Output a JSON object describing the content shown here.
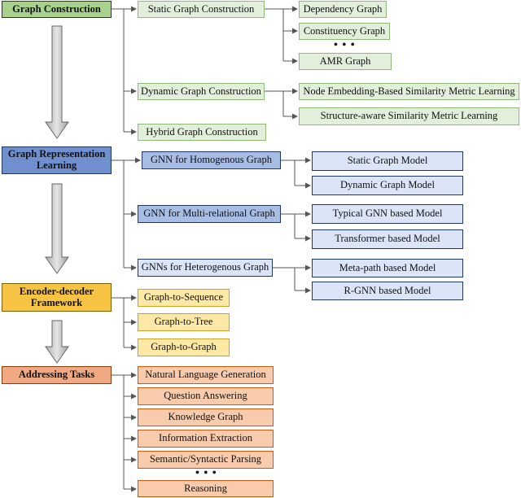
{
  "graph_construction": {
    "title": "Graph Construction",
    "static": "Static Graph Construction",
    "static_children": [
      "Dependency Graph",
      "Constituency Graph",
      "AMR Graph"
    ],
    "dynamic": "Dynamic Graph Construction",
    "dynamic_children": [
      "Node Embedding-Based Similarity Metric Learning",
      "Structure-aware Similarity Metric Learning"
    ],
    "hybrid": "Hybrid Graph Construction"
  },
  "graph_representation": {
    "title": "Graph Representation Learning",
    "homogenous": "GNN for Homogenous Graph",
    "homogenous_children": [
      "Static Graph Model",
      "Dynamic Graph Model"
    ],
    "multi_relational": "GNN for Multi-relational Graph",
    "multi_relational_children": [
      "Typical GNN based Model",
      "Transformer based Model"
    ],
    "heterogenous": "GNNs for Heterogenous Graph",
    "heterogenous_children": [
      "Meta-path based Model",
      "R-GNN based Model"
    ]
  },
  "encoder_decoder": {
    "title": "Encoder-decoder Framework",
    "children": [
      "Graph-to-Sequence",
      "Graph-to-Tree",
      "Graph-to-Graph"
    ]
  },
  "addressing_tasks": {
    "title": "Addressing Tasks",
    "children": [
      "Natural Language Generation",
      "Question Answering",
      "Knowledge Graph",
      "Information Extraction",
      "Semantic/Syntactic Parsing",
      "Reasoning"
    ]
  },
  "ellipsis": "• • •",
  "colors": {
    "green": "#a9d18e",
    "blue": "#6f8fcf",
    "yellow": "#f6c343",
    "orange": "#f0a982",
    "line": "#555555"
  }
}
